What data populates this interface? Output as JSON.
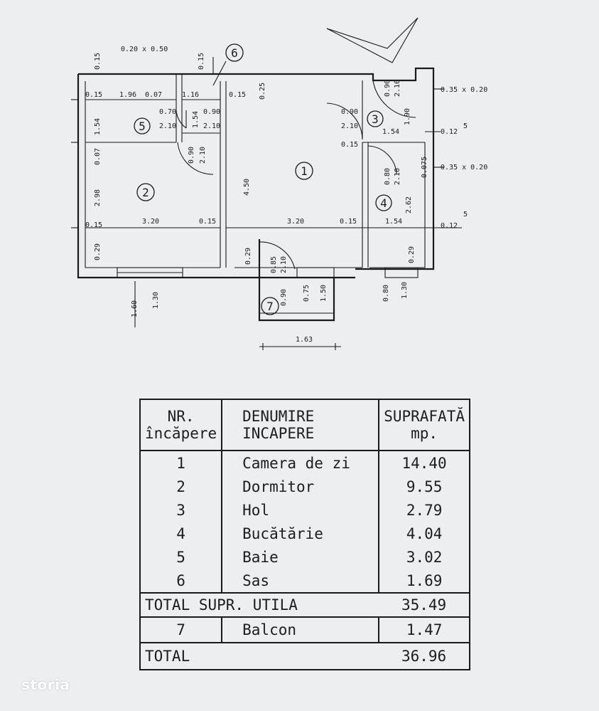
{
  "plan": {
    "rooms": {
      "r1": "1",
      "r2": "2",
      "r3": "3",
      "r4": "4",
      "r5": "5",
      "r6": "6",
      "r7": "7"
    },
    "dims": {
      "d015_top": "0.15",
      "d020x050": "0.20 x 0.50",
      "d015_top2": "0.15",
      "d025": "0.25",
      "d015_l1": "0.15",
      "d196": "1.96",
      "d007": "0.07",
      "d116": "1.16",
      "d015_c1": "0.15",
      "d154_l": "1.54",
      "d070": "0.70",
      "d210_a": "2.10",
      "d154_c": "1.54",
      "d090_c": "0.90",
      "d210_b": "2.10",
      "d090_v": "0.90",
      "d2104": "2.10",
      "d007_l": "0.07",
      "d2985": "2.98",
      "d450": "4.50",
      "d015_l2": "0.15",
      "d320_a": "3.20",
      "d015_m": "0.15",
      "d320_b": "3.20",
      "d015_r": "0.15",
      "d154_r": "1.54",
      "d0125_a": "0.12",
      "d029_a": "0.29",
      "d029_b": "0.29",
      "d085": "0.85",
      "d210_c": "2.10",
      "d090_r": "0.90",
      "d210_r": "2.10",
      "d035_a": "0.35 x 0.20",
      "d190": "1.90",
      "d090_h": "0.90",
      "d210_h": "2.10",
      "d154_h": "1.54",
      "d0125_b": "0.12",
      "d015_h": "0.15",
      "d080": "0.80",
      "d210_k": "2.10",
      "d035_b": "0.35 x 0.20",
      "d075": "0.075",
      "d2625": "2.62",
      "d0125_c": "0.12",
      "d029_c": "0.29",
      "d160": "1.60",
      "d130_a": "1.30",
      "d090_b": "0.90",
      "d075_b": "0.75",
      "d150": "1.50",
      "d080_w": "0.80",
      "d130_b": "1.30",
      "d163": "1.63",
      "sup5": "5"
    }
  },
  "table": {
    "headers": {
      "nr": "NR. încăpere",
      "name": "DENUMIRE INCAPERE",
      "area": "SUPRAFATĂ mp."
    },
    "rows": [
      {
        "nr": "1",
        "name": "Camera de zi",
        "area": "14.40"
      },
      {
        "nr": "2",
        "name": "Dormitor",
        "area": "9.55"
      },
      {
        "nr": "3",
        "name": "Hol",
        "area": "2.79"
      },
      {
        "nr": "4",
        "name": "Bucătărie",
        "area": "4.04"
      },
      {
        "nr": "5",
        "name": "Baie",
        "area": "3.02"
      },
      {
        "nr": "6",
        "name": "Sas",
        "area": "1.69"
      }
    ],
    "total_utila": {
      "label": "TOTAL SUPR. UTILA",
      "value": "35.49"
    },
    "balcon": {
      "nr": "7",
      "name": "Balcon",
      "area": "1.47"
    },
    "total": {
      "label": "TOTAL",
      "value": "36.96"
    }
  },
  "watermark": {
    "logo": "storia"
  }
}
